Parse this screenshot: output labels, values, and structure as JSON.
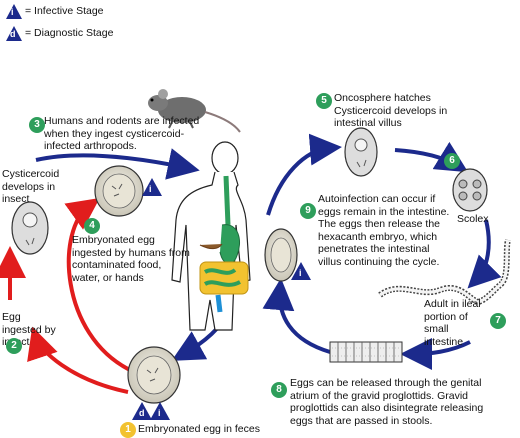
{
  "colors": {
    "red": "#e11d1d",
    "navy": "#1c2a8c",
    "green": "#2e9e5b",
    "yellow": "#f2c230"
  },
  "legend": {
    "infective_symbol": "i",
    "infective_label": "= Infective Stage",
    "diagnostic_symbol": "d",
    "diagnostic_label": "= Diagnostic Stage"
  },
  "steps": [
    {
      "num": "1",
      "text": "Embryonated egg in feces"
    },
    {
      "num": "2",
      "text": "Egg ingested by insect"
    },
    {
      "num": "3",
      "text": "Humans and rodents are infected when they ingest cysticercoid-infected arthropods."
    },
    {
      "num": "4",
      "text": "Embryonated egg ingested by humans from contaminated food, water, or hands"
    },
    {
      "num": "5",
      "text": "Oncosphere hatches Cysticercoid develops in intestinal villus"
    },
    {
      "num": "6",
      "text": "Scolex"
    },
    {
      "num": "7",
      "text": "Adult in ileal portion of small intestine"
    },
    {
      "num": "8",
      "text": "Eggs can be released through the genital atrium of the gravid proglottids. Gravid proglottids can also disintegrate releasing eggs that are passed in stools."
    },
    {
      "num": "9",
      "text": "Autoinfection can occur if eggs remain in the intestine. The eggs then release the hexacanth embryo, which penetrates the intestinal villus continuing the cycle."
    }
  ],
  "cysticercoid_label": "Cysticercoid develops in insect",
  "markers": {
    "i": "i",
    "d": "d"
  }
}
